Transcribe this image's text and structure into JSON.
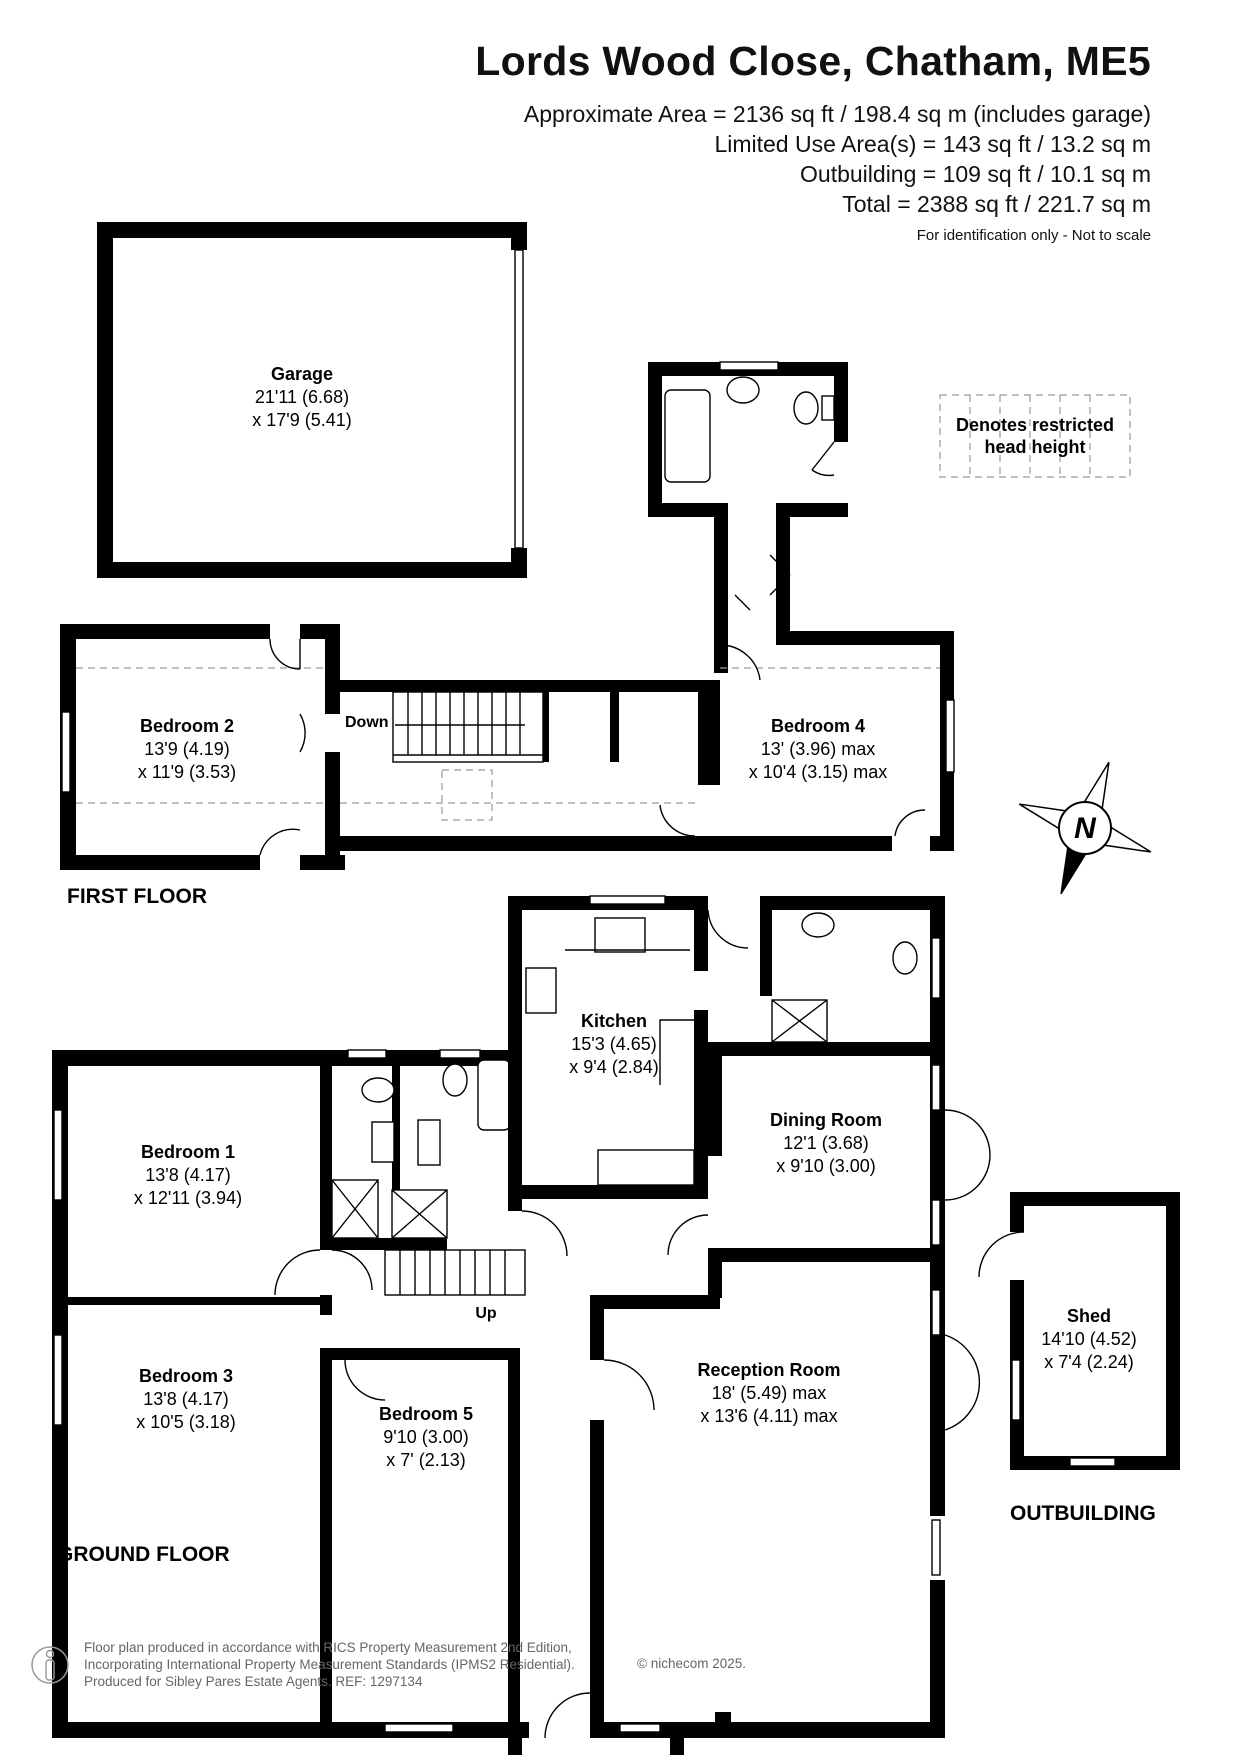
{
  "header": {
    "title": "Lords Wood Close, Chatham, ME5",
    "area_lines": [
      "Approximate Area = 2136 sq ft / 198.4 sq m (includes garage)",
      "Limited Use Area(s) = 143 sq ft / 13.2 sq m",
      "Outbuilding = 109 sq ft / 10.1 sq m",
      "Total = 2388 sq ft / 221.7 sq m"
    ],
    "note": "For identification only - Not to scale"
  },
  "legend": {
    "line1": "Denotes restricted",
    "line2": "head height"
  },
  "compass": {
    "letter": "N"
  },
  "rooms": {
    "garage": {
      "name": "Garage",
      "dim1": "21'11 (6.68)",
      "dim2": "x 17'9 (5.41)"
    },
    "bedroom2": {
      "name": "Bedroom 2",
      "dim1": "13'9 (4.19)",
      "dim2": "x 11'9 (3.53)"
    },
    "bedroom4": {
      "name": "Bedroom 4",
      "dim1": "13' (3.96) max",
      "dim2": "x 10'4 (3.15) max"
    },
    "kitchen": {
      "name": "Kitchen",
      "dim1": "15'3 (4.65)",
      "dim2": "x 9'4 (2.84)"
    },
    "dining": {
      "name": "Dining Room",
      "dim1": "12'1 (3.68)",
      "dim2": "x 9'10 (3.00)"
    },
    "bedroom1": {
      "name": "Bedroom 1",
      "dim1": "13'8 (4.17)",
      "dim2": "x 12'11 (3.94)"
    },
    "bedroom3": {
      "name": "Bedroom 3",
      "dim1": "13'8 (4.17)",
      "dim2": "x 10'5 (3.18)"
    },
    "bedroom5": {
      "name": "Bedroom 5",
      "dim1": "9'10 (3.00)",
      "dim2": "x 7' (2.13)"
    },
    "reception": {
      "name": "Reception Room",
      "dim1": "18' (5.49) max",
      "dim2": "x 13'6 (4.11) max"
    },
    "shed": {
      "name": "Shed",
      "dim1": "14'10 (4.52)",
      "dim2": "x 7'4 (2.24)"
    }
  },
  "labels": {
    "down": "Down",
    "up": "Up",
    "first_floor": "FIRST FLOOR",
    "ground_floor": "GROUND FLOOR",
    "outbuilding": "OUTBUILDING"
  },
  "footer": {
    "lines": [
      "Floor plan produced in accordance with RICS Property Measurement 2nd Edition,",
      "Incorporating International Property Measurement Standards (IPMS2 Residential).",
      "Produced for Sibley Pares Estate Agents.   REF:  1297134"
    ],
    "copyright": "© nichecom 2025."
  }
}
